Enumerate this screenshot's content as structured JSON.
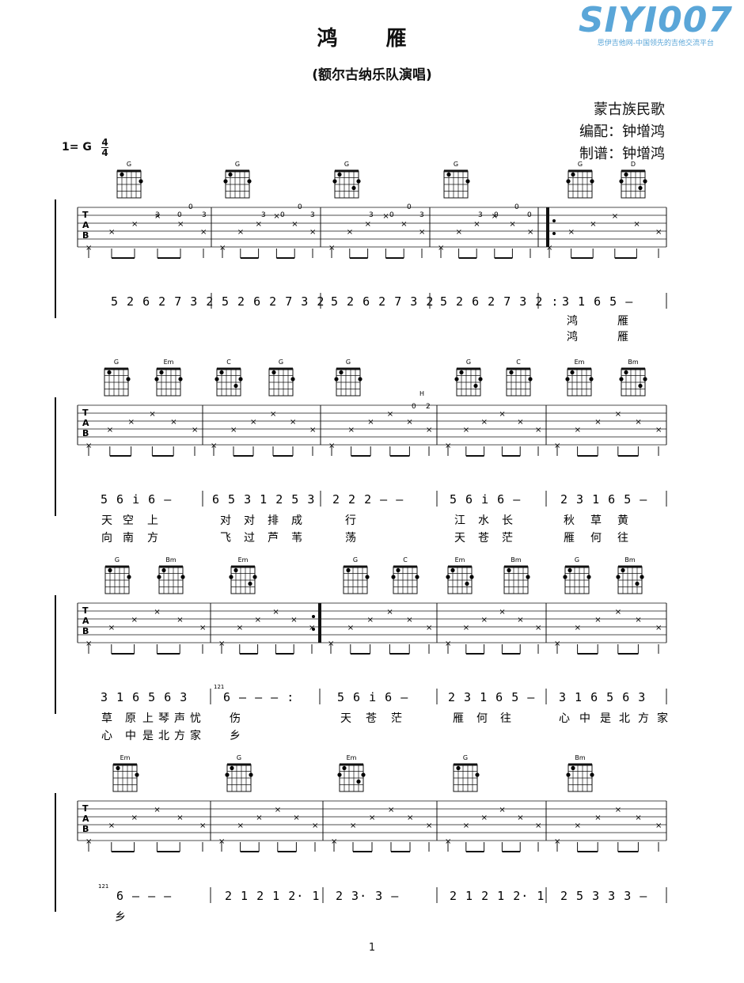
{
  "header": {
    "title": "鸿   雁",
    "subtitle": "(额尔古纳乐队演唱)",
    "logo": "SIYI007",
    "logo_tagline": "思伊吉他网-中国领先的吉他交流平台",
    "origin": "蒙古族民歌",
    "arranger": "编配：钟增鸿",
    "transcriber": "制谱：钟增鸿",
    "key": "1= G",
    "time_sig_top": "4",
    "time_sig_bottom": "4"
  },
  "tab_letters": [
    "T",
    "A",
    "B"
  ],
  "systems": [
    {
      "chords": [
        "G",
        "G",
        "G",
        "G",
        "G",
        "D"
      ],
      "jianpu": [
        "5 2 6 2 7  3 2",
        "5 2 6 2 7  3 2",
        "5 2 6 2 7  3 2",
        "5 2 6 2 7  3 2 :",
        "3  1 6 5  —"
      ],
      "lyrics1": [
        "鸿",
        "雁"
      ],
      "lyrics2": [
        "鸿",
        "雁"
      ]
    },
    {
      "chords": [
        "G",
        "Em",
        "C",
        "G",
        "G",
        "G",
        "C",
        "Em",
        "Bm"
      ],
      "jianpu": [
        "5  6 i 6  —",
        "6  5 3 1 2 5 3",
        "2 2 2  —  —",
        "5  6 i 6  —",
        "2 3 1 6 5  —"
      ],
      "lyrics1": [
        "天",
        "空",
        "上",
        "对",
        "对",
        "排",
        "成",
        "行",
        "江",
        "水",
        "长",
        "秋",
        "草",
        "黄"
      ],
      "lyrics2": [
        "向",
        "南",
        "方",
        "飞",
        "过",
        "芦",
        "苇",
        "荡",
        "天",
        "苍",
        "茫",
        "雁",
        "何",
        "往"
      ]
    },
    {
      "chords": [
        "G",
        "Bm",
        "Em",
        "G",
        "C",
        "Em",
        "Bm",
        "G",
        "Bm"
      ],
      "jianpu": [
        "3  1 6 5 6 3",
        "6  —  —  —  :",
        "5  6 i 6  —",
        "2 3 1 6 5  —",
        "3  1 6 5 6 3"
      ],
      "lyrics1": [
        "草",
        "原",
        "上",
        "琴",
        "声",
        "忧",
        "伤",
        "天",
        "苍",
        "茫",
        "雁",
        "何",
        "往",
        "心",
        "中",
        "是",
        "北",
        "方",
        "家"
      ],
      "lyrics2": [
        "心",
        "中",
        "是",
        "北",
        "方",
        "家",
        "乡"
      ]
    },
    {
      "chords": [
        "Em",
        "G",
        "Em",
        "G",
        "Bm"
      ],
      "jianpu": [
        "6  —  —  —",
        "2 1 2 1 2·  1",
        "2 3·  3  —",
        "2 1 2 1 2·  1",
        "2 5 3 3 3  —"
      ],
      "lyrics1": [
        "乡"
      ],
      "lyrics2": []
    }
  ],
  "tab_numbers": [
    "3",
    "0",
    "0",
    "3",
    "3",
    "0",
    "0",
    "3",
    "3",
    "0",
    "0",
    "3",
    "3",
    "0",
    "0",
    "0",
    "2"
  ],
  "technique_mark": "H",
  "grace_note": "121",
  "page_number": "1"
}
